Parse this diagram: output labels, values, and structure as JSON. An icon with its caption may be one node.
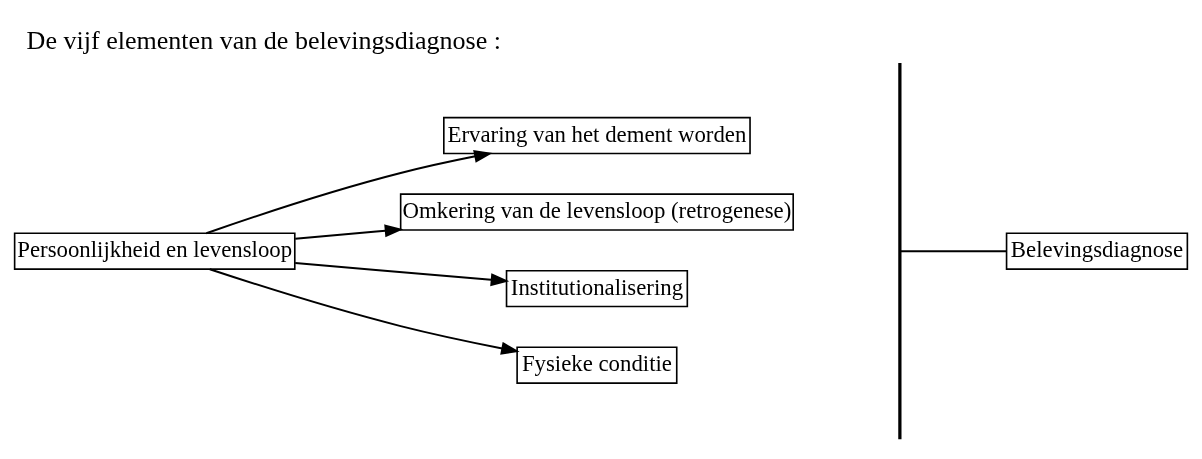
{
  "diagram": {
    "title": "De vijf elementen van de belevingsdiagnose :",
    "nodes": [
      {
        "text": [
          "Persoonlijkheid en levensloop"
        ]
      },
      {
        "text": [
          "Ervaring van het dement worden"
        ]
      },
      {
        "text": [
          "Omkering van de levensloop (retrogenese)"
        ]
      },
      {
        "text": [
          "Institutionalisering"
        ]
      },
      {
        "text": [
          "Fysieke conditie"
        ]
      },
      {
        "text": [
          "Belevingsdiagnose"
        ]
      }
    ],
    "edges": [
      {
        "from": 0,
        "to": 1,
        "arrow": "to"
      },
      {
        "from": 0,
        "to": 2,
        "arrow": "to"
      },
      {
        "from": 0,
        "to": 3,
        "arrow": "to"
      },
      {
        "from": 0,
        "to": 4,
        "arrow": "to"
      },
      {
        "from": null,
        "to": 5,
        "arrow": "none"
      }
    ]
  }
}
